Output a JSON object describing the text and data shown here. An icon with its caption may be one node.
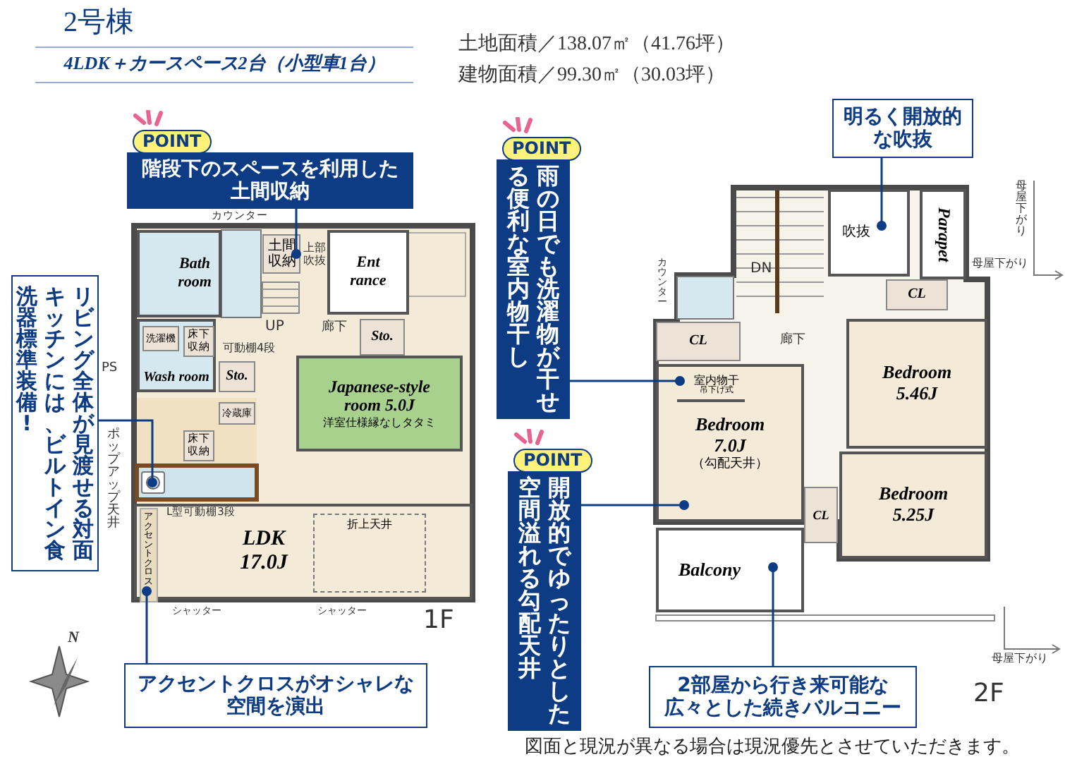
{
  "diagram": {
    "title": "2号棟",
    "caption": "図面と現況が異なる場合は現況優先とさせていただきます。",
    "nodes": [
      {
        "text": [
          "階段下のスペースを利用した土間収納"
        ],
        "beside": [
          "POINT"
        ]
      },
      {
        "text": [
          "土間収納"
        ]
      },
      {
        "text": [
          "Bath room"
        ]
      },
      {
        "text": [
          "Ent rance"
        ]
      },
      {
        "text": [
          "Wash room"
        ]
      },
      {
        "text": [
          "洗濯機"
        ],
        "in": 4
      },
      {
        "text": [
          "床下収納"
        ],
        "in": 4
      },
      {
        "text": [
          "Sto."
        ]
      },
      {
        "text": [
          "Sto."
        ]
      },
      {
        "text": [
          "Japanese-style room 5.0J",
          "洋室仕様縁なしタタミ"
        ]
      },
      {
        "text": [
          "リビング全体が見渡せる対面キッチンには、ビルトイン食洗器標準装備!"
        ]
      },
      {
        "text": [
          "冷蔵庫"
        ]
      },
      {
        "text": [
          "床下収納"
        ]
      },
      {
        "text": [],
        "shape": "picture"
      },
      {
        "text": [
          "LDK 17.0J"
        ]
      },
      {
        "text": [
          "折上天井"
        ],
        "in": 14
      },
      {
        "text": [
          "アクセントクロス"
        ],
        "in": 14
      },
      {
        "text": [
          "アクセントクロスがオシャレな空間を演出"
        ]
      },
      {
        "text": [
          "明るく開放的な吹抜"
        ]
      },
      {
        "text": [
          "吹抜"
        ]
      },
      {
        "text": [
          "Parapet"
        ]
      },
      {
        "text": [
          "雨の日でも洗濯物が干せる便利な室内物干し"
        ],
        "beside": [
          "POINT"
        ]
      },
      {
        "text": [
          "CL"
        ]
      },
      {
        "text": [
          "CL"
        ]
      },
      {
        "text": [
          "Bedroom 5.46J"
        ]
      },
      {
        "text": [
          "開放的でゆったりとした空間溢れる勾配天井"
        ],
        "beside": [
          "POINT"
        ]
      },
      {
        "text": [
          "Bedroom 7.0J",
          "（勾配天井）"
        ]
      },
      {
        "text": [
          "室内物干",
          "吊下げ式"
        ],
        "in": 26
      },
      {
        "text": [
          "CL"
        ]
      },
      {
        "text": [
          "Bedroom 5.25J"
        ]
      },
      {
        "text": [
          "Balcony"
        ]
      },
      {
        "text": [
          "2部屋から行き来可能な広々とした続きバルコニー"
        ]
      }
    ],
    "edges": [
      {
        "from": 0,
        "to": 1,
        "arrow": "other"
      },
      {
        "from": 10,
        "to": 13,
        "arrow": "other"
      },
      {
        "from": 17,
        "to": 16,
        "arrow": "other"
      },
      {
        "from": 18,
        "to": 19,
        "arrow": "other"
      },
      {
        "from": 21,
        "to": 27,
        "arrow": "other"
      },
      {
        "from": 25,
        "to": 26,
        "arrow": "other"
      },
      {
        "from": 31,
        "to": 30,
        "arrow": "other"
      }
    ],
    "labels": [
      "4LDK＋カースペース2台（小型車1台）",
      "土地面積／138.07㎡（41.76坪）",
      "建物面積／99.30㎡（30.03坪）",
      "カウンター",
      "上部吹抜",
      "UP",
      "廊下",
      "可動棚4段",
      "PS",
      "ポップアップ天井",
      "L型可動棚3段",
      "シャッター",
      "シャッター",
      "1F",
      "N",
      "DN",
      "母屋下がり",
      "母屋下がり",
      "カウンター",
      "廊下",
      "母屋下がり",
      "2F"
    ]
  }
}
